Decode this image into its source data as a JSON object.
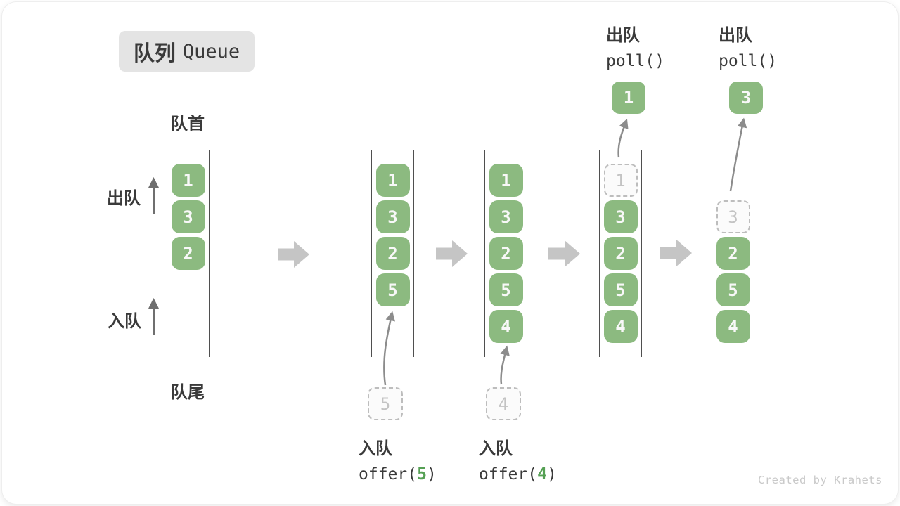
{
  "title": {
    "zh": "队列",
    "en": "Queue"
  },
  "side_labels": {
    "front": "队首",
    "rear": "队尾",
    "dequeue": "出队",
    "enqueue": "入队"
  },
  "watermark": "Created by Krahets",
  "colors": {
    "box_green": "#8cba80",
    "call_arg_green": "#55a054",
    "block_arrow_gray": "#c5c5c5",
    "wall_gray": "#4f4f4f",
    "ghost_border_gray": "#bdbdbd"
  },
  "states": [
    {
      "items": [
        "1",
        "3",
        "2"
      ]
    },
    {
      "items": [
        "1",
        "3",
        "2",
        "5"
      ],
      "incoming": "5"
    },
    {
      "items": [
        "1",
        "3",
        "2",
        "5",
        "4"
      ],
      "incoming": "4"
    },
    {
      "items": [
        "1",
        "3",
        "2",
        "5",
        "4"
      ],
      "removed_index": 0,
      "outgoing": "1"
    },
    {
      "items": [
        "3",
        "2",
        "5",
        "4"
      ],
      "removed_index": 0,
      "outgoing": "3"
    }
  ],
  "operations": {
    "enqueue5": {
      "action": "入队",
      "call_prefix": "offer(",
      "arg": "5",
      "call_suffix": ")"
    },
    "enqueue4": {
      "action": "入队",
      "call_prefix": "offer(",
      "arg": "4",
      "call_suffix": ")"
    },
    "poll1": {
      "action": "出队",
      "call": "poll()"
    },
    "poll2": {
      "action": "出队",
      "call": "poll()"
    }
  }
}
